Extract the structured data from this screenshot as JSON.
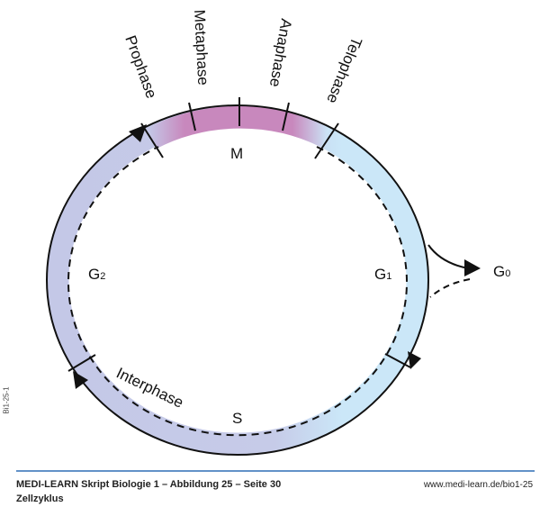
{
  "diagram": {
    "title": "Zellzyklus",
    "phases_mitosis": [
      "Prophase",
      "Metaphase",
      "Anaphase",
      "Telophase"
    ],
    "labels": {
      "m": "M",
      "g1": "G",
      "g1_sub": "1",
      "g2": "G",
      "g2_sub": "2",
      "s": "S",
      "g0": "G",
      "g0_sub": "0",
      "interphase": "Interphase"
    },
    "colors": {
      "mitosis": "#c888bd",
      "g1": "#cbe7f8",
      "g2_s": "#c4c8e7",
      "rule": "#2f6fb6"
    }
  },
  "footer": {
    "source": "MEDI-LEARN Skript Biologie 1 – Abbildung 25 – Seite 30",
    "url": "www.medi-learn.de/bio1-25",
    "caption": "Zellzyklus",
    "code": "Bi1-25-1"
  }
}
